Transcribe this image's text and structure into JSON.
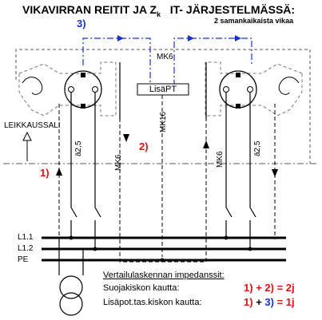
{
  "title": {
    "main": "VIKAVIRRAN REITIT JA Z",
    "sub": "k",
    "tail": "IT- JÄRJESTELMÄSSÄ:"
  },
  "subtitle": "2 samankaikaista vikaa",
  "labels": {
    "path3": "3)",
    "path1": "1)",
    "path2": "2)",
    "lisapt": "LisäPT",
    "mk6_top": "MK6",
    "mk16": "MK16",
    "mk6_left": "MK6",
    "mk6_right": "MK6",
    "a25_left": "ä2,5",
    "a25_right": "ä2,5",
    "leikkaussali": "LEIKKAUSSALI"
  },
  "buses": [
    "L1.1",
    "L1.2",
    "PE"
  ],
  "comparison": {
    "heading": "Vertailulaskennan impedanssit:",
    "rows": [
      {
        "label": "Suojakiskon kautta:",
        "a": "1)",
        "op": "+",
        "b": "2)",
        "result": "= 2j"
      },
      {
        "label": "Lisäpot.tas.kiskon kautta:",
        "a": "1)",
        "op": "+",
        "b": "3)",
        "result": "= 1j"
      }
    ]
  },
  "colors": {
    "red": "#e01010",
    "blue": "#1a33cc",
    "black": "#000000",
    "gray": "#777777"
  }
}
